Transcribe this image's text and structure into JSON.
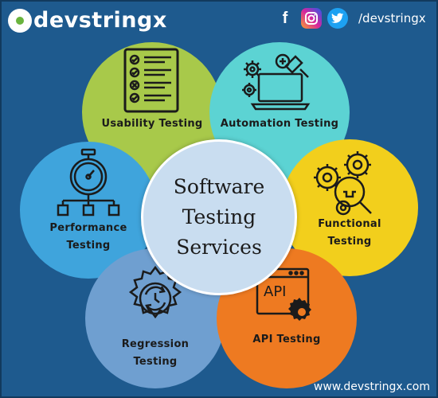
{
  "brand": {
    "name": "devstringx"
  },
  "social": {
    "facebook_glyph": "f",
    "handle": "/devstringx",
    "icons": [
      "facebook-icon",
      "instagram-icon",
      "twitter-icon"
    ]
  },
  "center": {
    "lines": [
      "Software",
      "Testing",
      "Services"
    ]
  },
  "services": {
    "usability": {
      "label": "Usability Testing",
      "icon": "checklist-icon",
      "color": "#a8c94a"
    },
    "automation": {
      "label": "Automation Testing",
      "icon": "laptop-gears-icon",
      "color": "#5cd3d3"
    },
    "performance": {
      "line1": "Performance",
      "line2": "Testing",
      "icon": "stopwatch-icon",
      "color": "#3fa4dc"
    },
    "functional": {
      "line1": "Functional",
      "line2": "Testing",
      "icon": "gears-magnifier-icon",
      "color": "#f2cf1c"
    },
    "regression": {
      "line1": "Regression",
      "line2": "Testing",
      "icon": "gear-cycle-icon",
      "color": "#6f9fd0"
    },
    "api": {
      "label": "API Testing",
      "icon_text": "API",
      "icon": "api-window-icon",
      "color": "#ee7a21"
    }
  },
  "footer": {
    "url": "www.devstringx.com"
  }
}
